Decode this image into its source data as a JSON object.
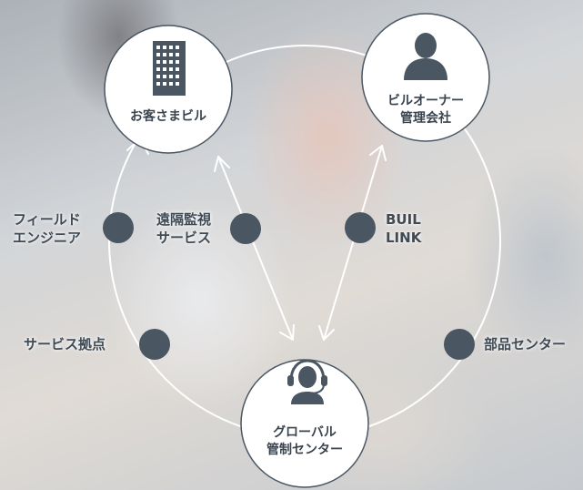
{
  "nodes": {
    "building": {
      "label": "お客さまビル"
    },
    "owner": {
      "line1": "ビルオーナー",
      "line2": "管理会社"
    },
    "center": {
      "line1": "グローバル",
      "line2": "管制センター"
    }
  },
  "labels": {
    "field_engineer": {
      "line1": "フィールド",
      "line2": "エンジニア"
    },
    "remote_monitoring": {
      "line1": "遠隔監視",
      "line2": "サービス"
    },
    "builink": {
      "line1": "BUIL",
      "line2": "LINK"
    },
    "service_base": "サービス拠点",
    "parts_center": "部品センター"
  },
  "colors": {
    "node_fill": "#ffffff",
    "dot": "#4a5661",
    "line": "#ffffff",
    "text": "#3f4a55"
  }
}
